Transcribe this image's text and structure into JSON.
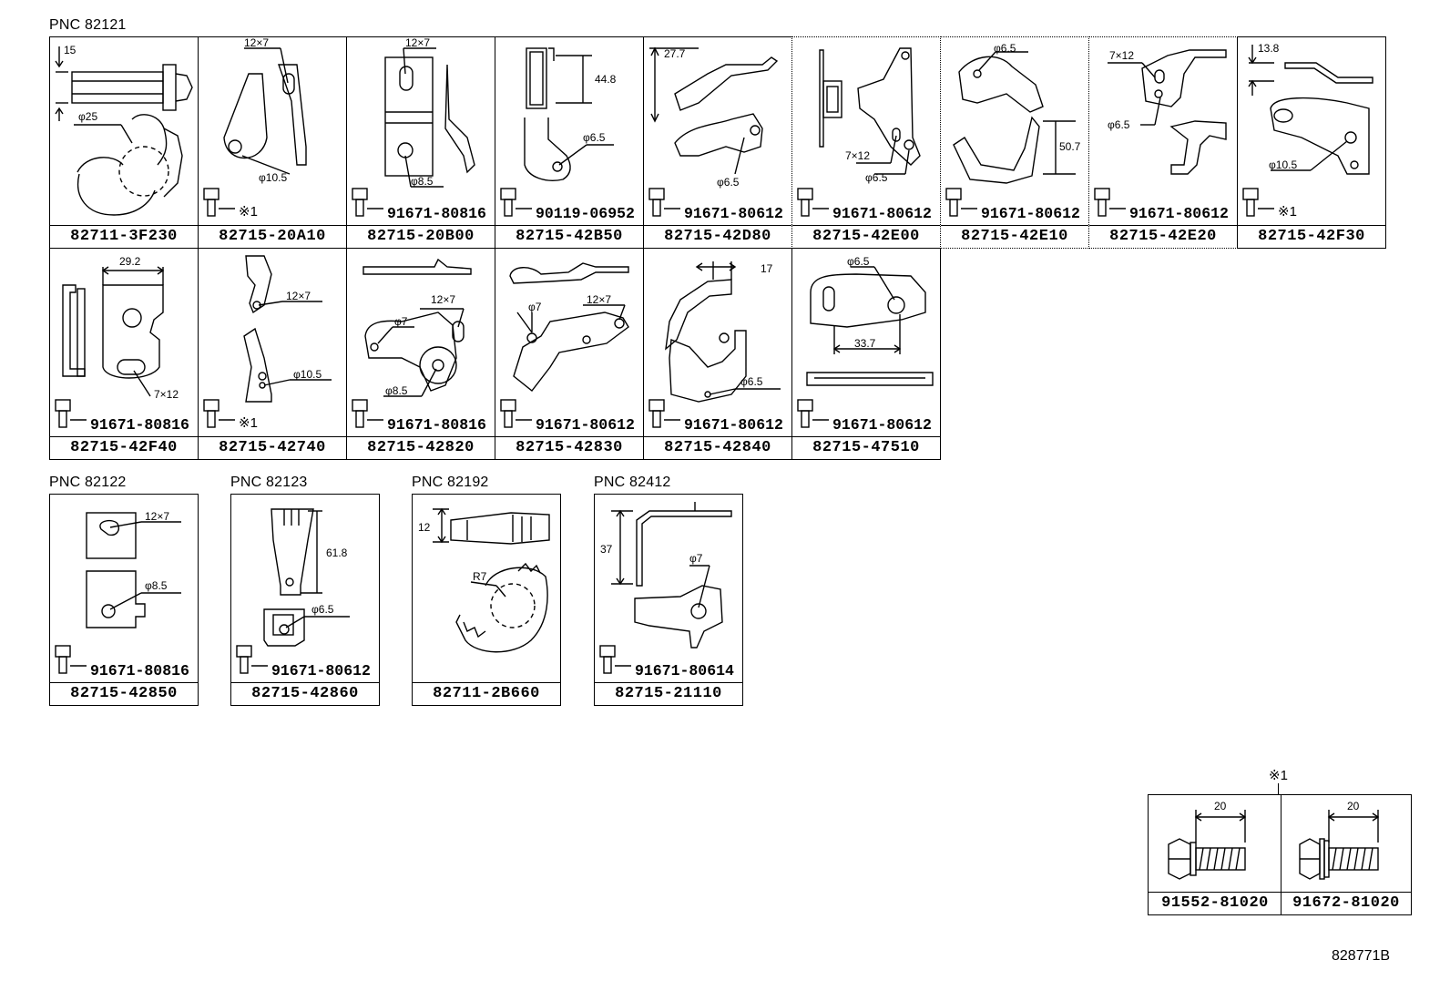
{
  "groups": [
    {
      "pnc": "PNC 82121"
    },
    {
      "pnc": "PNC 82122"
    },
    {
      "pnc": "PNC 82123"
    },
    {
      "pnc": "PNC 82192"
    },
    {
      "pnc": "PNC 82412"
    }
  ],
  "parts": [
    {
      "part_no": "82711-3F230",
      "bolt": "",
      "dims": [
        "15",
        "φ25"
      ]
    },
    {
      "part_no": "82715-20A10",
      "bolt": "※1",
      "dims": [
        "12×7",
        "φ10.5"
      ]
    },
    {
      "part_no": "82715-20B00",
      "bolt": "91671-80816",
      "dims": [
        "12×7",
        "φ8.5"
      ]
    },
    {
      "part_no": "82715-42B50",
      "bolt": "90119-06952",
      "dims": [
        "44.8",
        "φ6.5"
      ]
    },
    {
      "part_no": "82715-42D80",
      "bolt": "91671-80612",
      "dims": [
        "27.7",
        "φ6.5"
      ]
    },
    {
      "part_no": "82715-42E00",
      "bolt": "91671-80612",
      "dims": [
        "7×12",
        "φ6.5"
      ]
    },
    {
      "part_no": "82715-42E10",
      "bolt": "91671-80612",
      "dims": [
        "φ6.5",
        "50.7"
      ]
    },
    {
      "part_no": "82715-42E20",
      "bolt": "91671-80612",
      "dims": [
        "7×12",
        "φ6.5"
      ]
    },
    {
      "part_no": "82715-42F30",
      "bolt": "※1",
      "dims": [
        "13.8",
        "φ10.5"
      ]
    },
    {
      "part_no": "82715-42F40",
      "bolt": "91671-80816",
      "dims": [
        "29.2",
        "7×12"
      ]
    },
    {
      "part_no": "82715-42740",
      "bolt": "※1",
      "dims": [
        "12×7",
        "φ10.5"
      ]
    },
    {
      "part_no": "82715-42820",
      "bolt": "91671-80816",
      "dims": [
        "12×7",
        "φ7",
        "φ8.5"
      ]
    },
    {
      "part_no": "82715-42830",
      "bolt": "91671-80612",
      "dims": [
        "φ7",
        "12×7"
      ]
    },
    {
      "part_no": "82715-42840",
      "bolt": "91671-80612",
      "dims": [
        "17",
        "φ6.5"
      ]
    },
    {
      "part_no": "82715-47510",
      "bolt": "91671-80612",
      "dims": [
        "φ6.5",
        "33.7"
      ]
    },
    {
      "part_no": "82715-42850",
      "bolt": "91671-80816",
      "dims": [
        "12×7",
        "φ8.5"
      ]
    },
    {
      "part_no": "82715-42860",
      "bolt": "91671-80612",
      "dims": [
        "61.8",
        "φ6.5"
      ]
    },
    {
      "part_no": "82711-2B660",
      "bolt": "",
      "dims": [
        "12",
        "R7"
      ]
    },
    {
      "part_no": "82715-21110",
      "bolt": "91671-80614",
      "dims": [
        "37",
        "φ7"
      ]
    }
  ],
  "ref_note": {
    "mark": "※1",
    "bolts": [
      {
        "part_no": "91552-81020",
        "length": "20"
      },
      {
        "part_no": "91672-81020",
        "length": "20"
      }
    ]
  },
  "diagram_id": "828771B"
}
